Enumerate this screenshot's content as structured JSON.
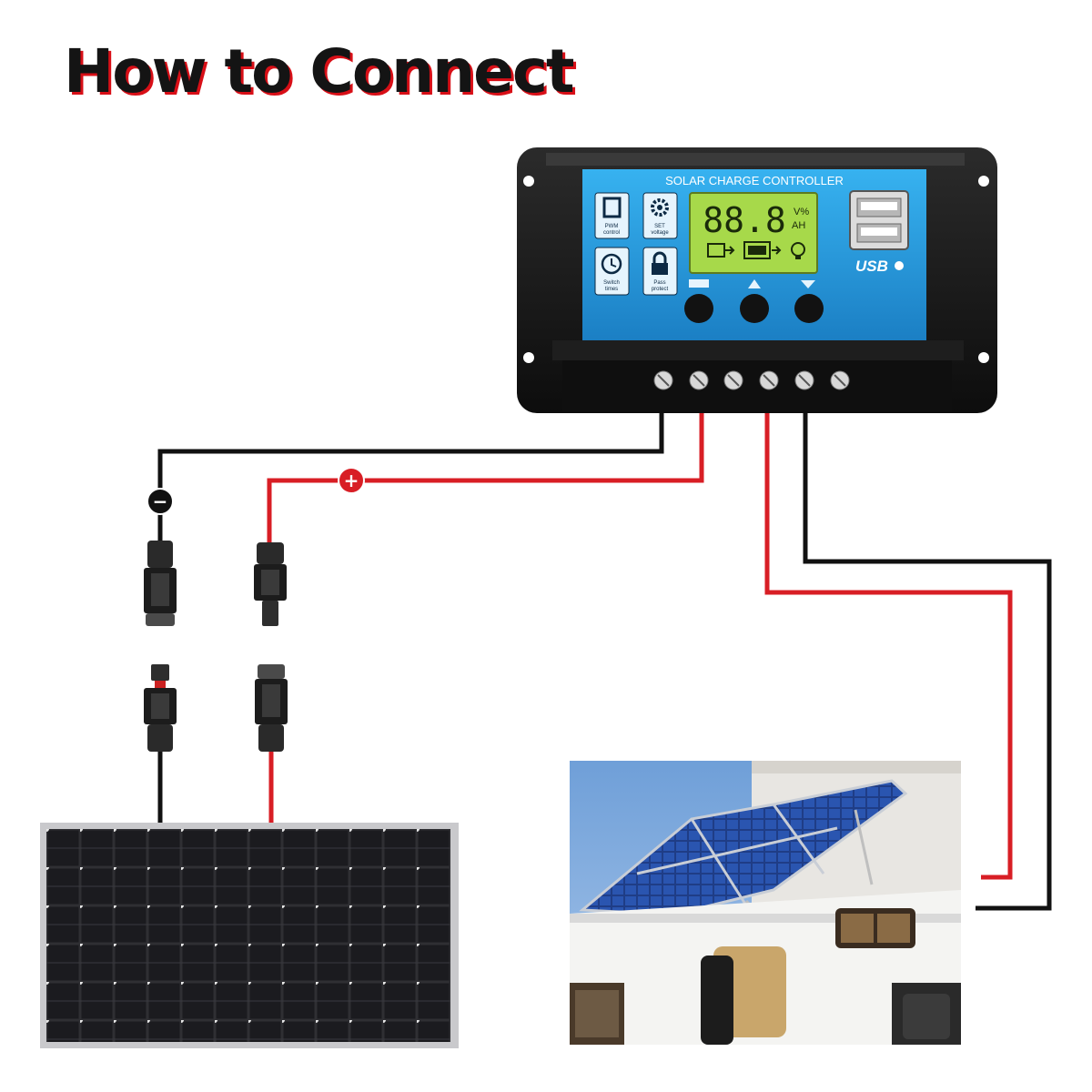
{
  "title": "How to Connect",
  "controller": {
    "label": "SOLAR CHARGE CONTROLLER",
    "lcd_digits": "88.8",
    "lcd_unit_top": "V%",
    "lcd_unit_bottom": "AH",
    "usb_label": "USB",
    "panel_buttons": [
      "PWM control",
      "SET voltage",
      "Switch times",
      "Pass protect"
    ],
    "knob_icons": [
      "menu-icon",
      "up-arrow-icon",
      "down-arrow-icon"
    ]
  },
  "polarity": {
    "negative": "−",
    "positive": "+"
  },
  "colors": {
    "positive_wire": "#d81e25",
    "negative_wire": "#111111",
    "controller_face": "#2a9fe0",
    "lcd": "#9fd43a"
  }
}
